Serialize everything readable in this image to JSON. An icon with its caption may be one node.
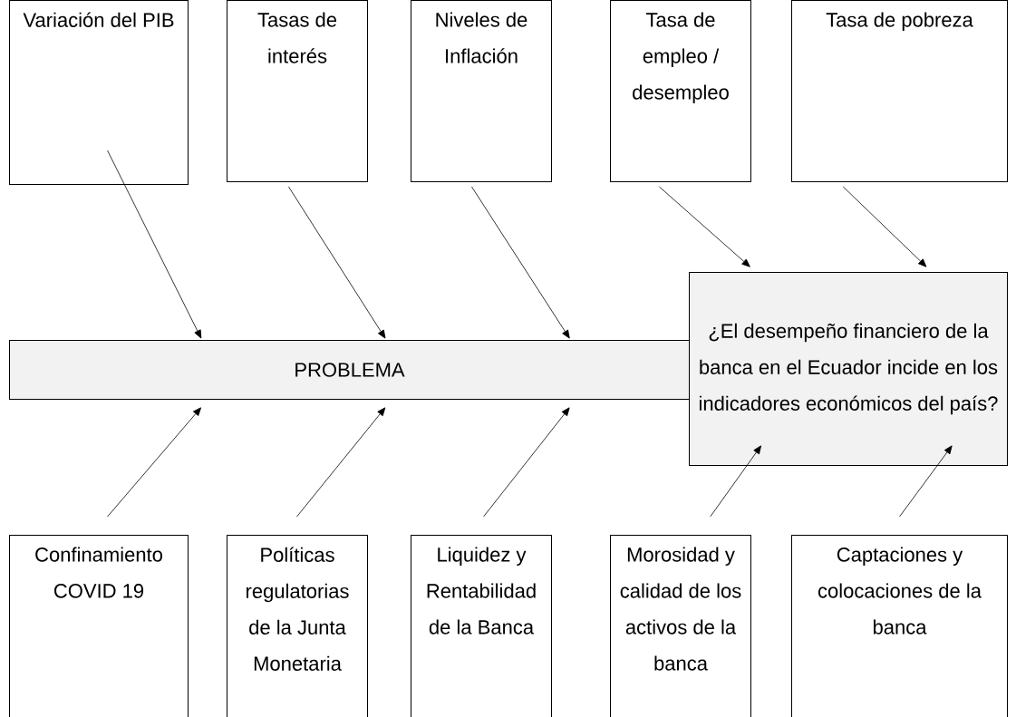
{
  "diagram": {
    "nodes": [
      {
        "text": [
          "Variación del PIB"
        ]
      },
      {
        "text": [
          "Tasas de interés"
        ]
      },
      {
        "text": [
          "Niveles de Inflación"
        ]
      },
      {
        "text": [
          "Tasa de empleo / desempleo"
        ]
      },
      {
        "text": [
          "Tasa de pobreza"
        ]
      },
      {
        "text": [
          "PROBLEMA"
        ]
      },
      {
        "text": [
          "¿El desempeño financiero de la banca en el Ecuador incide en los indicadores económicos del país?"
        ]
      },
      {
        "text": [
          "Confinamiento COVID 19"
        ]
      },
      {
        "text": [
          "Políticas regulatorias de la Junta Monetaria"
        ]
      },
      {
        "text": [
          "Liquidez y Rentabilidad de la Banca"
        ]
      },
      {
        "text": [
          "Morosidad y calidad de los activos de la banca"
        ]
      },
      {
        "text": [
          "Captaciones y colocaciones de la banca"
        ]
      }
    ],
    "edges": [
      {
        "from": 0,
        "to": 5,
        "arrow": "to"
      },
      {
        "from": 1,
        "to": 5,
        "arrow": "to"
      },
      {
        "from": 2,
        "to": 5,
        "arrow": "to"
      },
      {
        "from": 3,
        "to": 6,
        "arrow": "to"
      },
      {
        "from": 4,
        "to": 6,
        "arrow": "to"
      },
      {
        "from": 7,
        "to": 5,
        "arrow": "to"
      },
      {
        "from": 8,
        "to": 5,
        "arrow": "to"
      },
      {
        "from": 9,
        "to": 5,
        "arrow": "to"
      },
      {
        "from": 10,
        "to": 6,
        "arrow": "to"
      },
      {
        "from": 11,
        "to": 6,
        "arrow": "to"
      }
    ]
  }
}
